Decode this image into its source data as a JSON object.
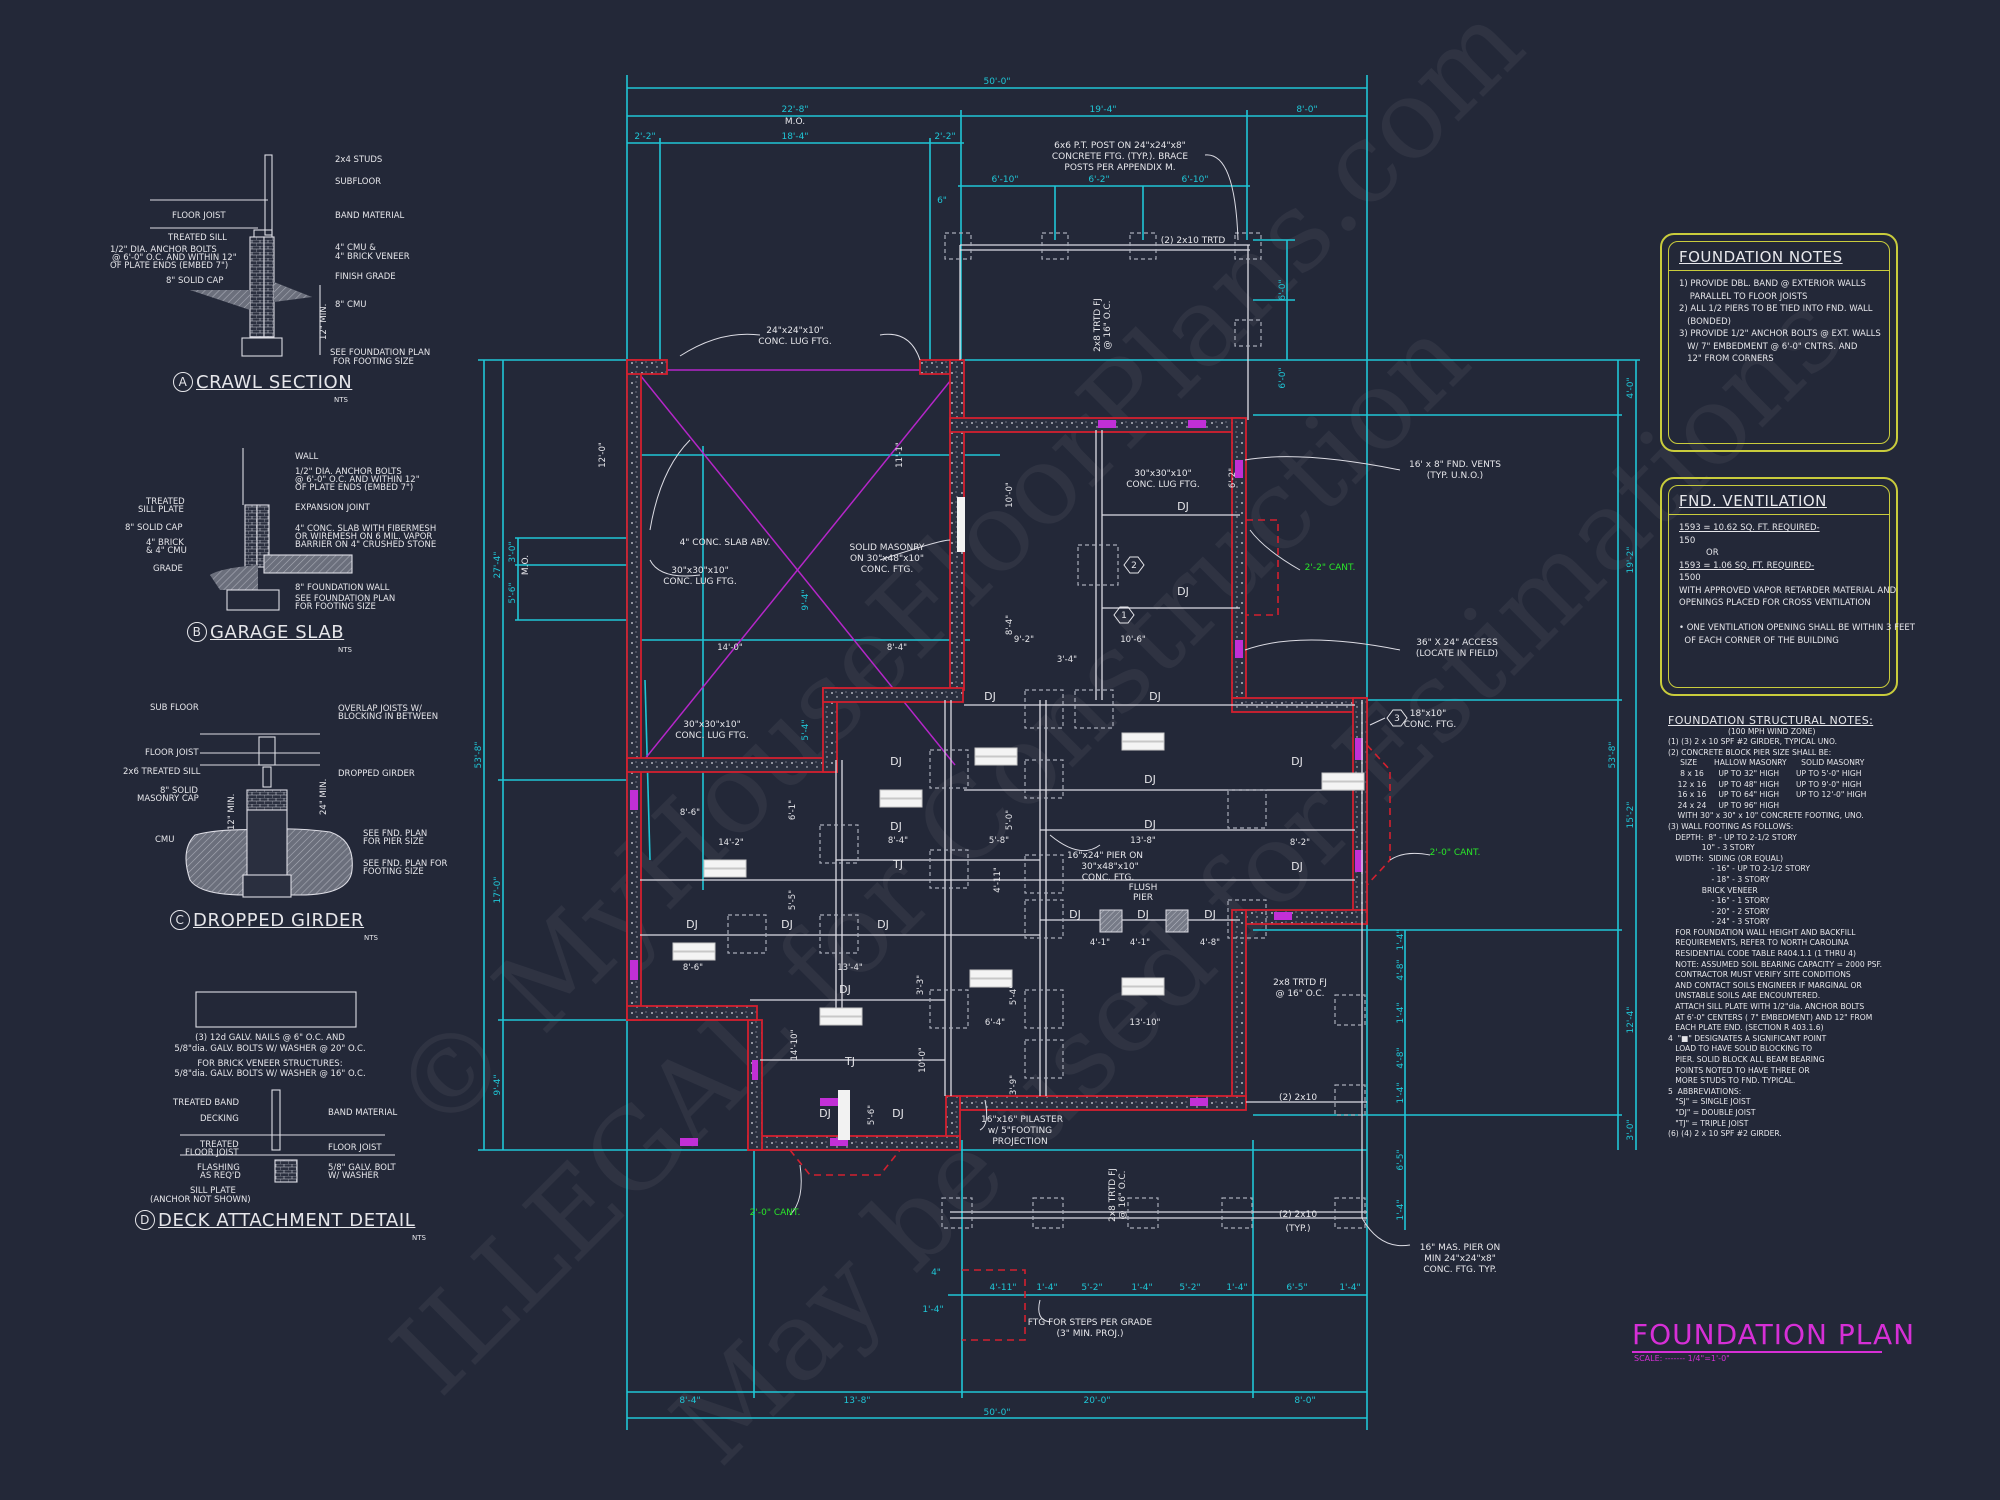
{
  "sheet": {
    "title": "FOUNDATION PLAN",
    "scale_label": "SCALE: ------- 1/4\"=1'-0\"",
    "colors": {
      "background": "#232838",
      "dimension": "#1fc6d6",
      "wall_outline": "#d3202f",
      "vent": "#c22fd6",
      "slab_x": "#b526c9",
      "cantilever_note": "#29e629",
      "notes_border": "#c9cc3c",
      "title": "#d62fd6",
      "linework": "#e6e6ea"
    },
    "watermark": [
      "© MyHouseFloorPlans.com",
      "ILLEGAL for Construction",
      "May be used for Estimations"
    ]
  },
  "details": [
    {
      "id": "A",
      "title": "CRAWL SECTION",
      "nts": "NTS",
      "labels_right": [
        "2x4 STUDS",
        "SUBFLOOR",
        "BAND MATERIAL",
        "4\" CMU &",
        "4\" BRICK VENEER",
        "FINISH GRADE",
        "8\" CMU",
        "SEE FOUNDATION PLAN",
        "FOR FOOTING SIZE"
      ],
      "labels_left": [
        "FLOOR JOIST",
        "TREATED SILL",
        "1/2\" DIA. ANCHOR BOLTS",
        "@ 6'-0\" O.C. AND WITHIN 12\"",
        "OF PLATE ENDS (EMBED 7\")",
        "8\" SOLID CAP"
      ],
      "dim": "12\" MIN."
    },
    {
      "id": "B",
      "title": "GARAGE SLAB",
      "nts": "NTS",
      "labels_right": [
        "WALL",
        "1/2\" DIA. ANCHOR BOLTS",
        "@ 6'-0\" O.C. AND WITHIN 12\"",
        "OF PLATE ENDS (EMBED 7\")",
        "EXPANSION JOINT",
        "4\" CONC. SLAB WITH FIBERMESH",
        "OR WIREMESH ON 6 MIL. VAPOR",
        "BARRIER ON 4\" CRUSHED STONE",
        "8\" FOUNDATION WALL",
        "SEE FOUNDATION PLAN",
        "FOR FOOTING SIZE"
      ],
      "labels_left": [
        "TREATED",
        "SILL PLATE",
        "8\" SOLID CAP",
        "4\" BRICK",
        "& 4\" CMU",
        "GRADE"
      ]
    },
    {
      "id": "C",
      "title": "DROPPED GIRDER",
      "nts": "NTS",
      "labels_right": [
        "OVERLAP JOISTS W/",
        "BLOCKING IN BETWEEN",
        "DROPPED GIRDER",
        "SEE FND. PLAN",
        "FOR PIER SIZE",
        "SEE FND. PLAN FOR",
        "FOOTING SIZE"
      ],
      "labels_left": [
        "SUB FLOOR",
        "FLOOR JOIST",
        "2x6 TREATED SILL",
        "8\" SOLID",
        "MASONRY CAP",
        "CMU"
      ],
      "dims": [
        "12\" MIN.",
        "24\" MIN."
      ]
    },
    {
      "id": "D",
      "title": "DECK ATTACHMENT DETAIL",
      "nts": "NTS",
      "notes": [
        "(3) 12d GALV. NAILS @ 6\" O.C. AND",
        "5/8\"dia. GALV. BOLTS W/ WASHER @ 20\" O.C.",
        "FOR BRICK VENEER STRUCTURES:",
        "5/8\"dia. GALV. BOLTS W/ WASHER @ 16\" O.C."
      ],
      "labels_right": [
        "BAND MATERIAL",
        "FLOOR JOIST",
        "5/8\" GALV. BOLT",
        "W/ WASHER"
      ],
      "labels_left": [
        "TREATED BAND",
        "DECKING",
        "TREATED",
        "FLOOR JOIST",
        "FLASHING",
        "AS REQ'D",
        "SILL PLATE",
        "(ANCHOR NOT SHOWN)"
      ]
    }
  ],
  "foundation_notes": {
    "title": "FOUNDATION NOTES",
    "items": [
      "1) PROVIDE DBL. BAND @ EXTERIOR WALLS",
      "    PARALLEL TO FLOOR JOISTS",
      "2) ALL 1/2 PIERS TO BE TIED INTO FND. WALL",
      "   (BONDED)",
      "3) PROVIDE 1/2\" ANCHOR BOLTS @ EXT. WALLS",
      "   W/ 7\" EMBEDMENT @ 6'-0\" CNTRS. AND",
      "   12\" FROM CORNERS"
    ]
  },
  "fnd_ventilation": {
    "title": "FND. VENTILATION",
    "items": [
      "1593 = 10.62 SQ. FT. REQUIRED-",
      "150",
      "          OR",
      "1593 = 1.06 SQ. FT. REQUIRED-",
      "1500",
      "WITH APPROVED VAPOR RETARDER MATERIAL AND",
      "OPENINGS PLACED FOR CROSS VENTILATION",
      "",
      "• ONE VENTILATION OPENING SHALL BE WITHIN 3 FEET",
      "  OF EACH CORNER OF THE BUILDING"
    ]
  },
  "structural_notes": {
    "title": "FOUNDATION STRUCTURAL NOTES:",
    "subtitle": "(100 MPH WIND ZONE)",
    "lines": [
      "(1) (3) 2 x 10 SPF #2 GIRDER, TYPICAL UNO.",
      "(2) CONCRETE BLOCK PIER SIZE SHALL BE:",
      "     SIZE       HALLOW MASONRY      SOLID MASONRY",
      "     8 x 16      UP TO 32\" HIGH       UP TO 5'-0\" HIGH",
      "    12 x 16     UP TO 48\" HIGH       UP TO 9'-0\" HIGH",
      "    16 x 16     UP TO 64\" HIGH       UP TO 12'-0\" HIGH",
      "    24 x 24     UP TO 96\" HIGH",
      "    WITH 30\" x 30\" x 10\" CONCRETE FOOTING, UNO.",
      "(3) WALL FOOTING AS FOLLOWS:",
      "   DEPTH:  8\" - UP TO 2-1/2 STORY",
      "              10\" - 3 STORY",
      "   WIDTH:  SIDING (OR EQUAL)",
      "                  - 16\" - UP TO 2-1/2 STORY",
      "                  - 18\" - 3 STORY",
      "              BRICK VENEER",
      "                  - 16\" - 1 STORY",
      "                  - 20\" - 2 STORY",
      "                  - 24\" - 3 STORY",
      "   FOR FOUNDATION WALL HEIGHT AND BACKFILL",
      "   REQUIREMENTS, REFER TO NORTH CAROLINA",
      "   RESIDENTIAL CODE TABLE R404.1.1 (1 THRU 4)",
      "   NOTE: ASSUMED SOIL BEARING CAPACITY = 2000 PSF.",
      "   CONTRACTOR MUST VERIFY SITE CONDITIONS",
      "   AND CONTACT SOILS ENGINEER IF MARGINAL OR",
      "   UNSTABLE SOILS ARE ENCOUNTERED.",
      "   ATTACH SILL PLATE WITH 1/2\"dia. ANCHOR BOLTS",
      "   AT 6'-0\" CENTERS ( 7\" EMBEDMENT) AND 12\" FROM",
      "   EACH PLATE END. (SECTION R 403.1.6)",
      "4  \"■\" DESIGNATES A SIGNIFICANT POINT",
      "   LOAD TO HAVE SOLID BLOCKING TO",
      "   PIER. SOLID BLOCK ALL BEAM BEARING",
      "   POINTS NOTED TO HAVE THREE OR",
      "   MORE STUDS TO FND. TYPICAL.",
      "5  ABBREVIATIONS:",
      "   \"SJ\" = SINGLE JOIST",
      "   \"DJ\" = DOUBLE JOIST",
      "   \"TJ\" = TRIPLE JOIST",
      "(6) (4) 2 x 10 SPF #2 GIRDER."
    ]
  },
  "plan": {
    "top_dims": {
      "overall": "50'-0\"",
      "row2": [
        "22'-8\"",
        "19'-4\"",
        "8'-0\""
      ],
      "row3": [
        "2'-2\"",
        "18'-4\"",
        "2'-2\""
      ],
      "mo": "M.O.",
      "porch": [
        "6'-10\"",
        "6'-2\"",
        "6'-10\""
      ],
      "six": "6\""
    },
    "bottom_dims": {
      "overall": "50'-0\"",
      "row": [
        "8'-4\"",
        "13'-8\"",
        "20'-0\"",
        "8'-0\""
      ],
      "steps": [
        "4'-11\"",
        "1'-4\"",
        "5'-2\"",
        "1'-4\"",
        "5'-2\"",
        "1'-4\"",
        "6'-5\"",
        "1'-4\""
      ],
      "four": "4\"",
      "onefour": "1'-4\""
    },
    "left_dims": {
      "overall": "53'-8\"",
      "parts": [
        "27'-4\"",
        "17'-0\"",
        "9'-4\""
      ],
      "inner": [
        "3'-0\"",
        "5'-6\""
      ],
      "mo": "M.O.",
      "twelve": "12'-0\""
    },
    "right_dims": {
      "overall": "53'-8\"",
      "parts": [
        "4'-0\"",
        "19'-2\"",
        "15'-2\"",
        "12'-4\"",
        "3'-0\""
      ],
      "upper": [
        "6'-0\"",
        "6'-0\""
      ],
      "lower": [
        "1'-4\"",
        "4'-8\"",
        "1'-4\"",
        "4'-8\"",
        "1'-4\"",
        "6'-5\"",
        "1'-4\""
      ]
    },
    "callouts": [
      {
        "text": [
          "6x6 P.T. POST ON 24\"x24\"x8\"",
          "CONCRETE FTG. (TYP.). BRACE",
          "POSTS PER APPENDIX M."
        ]
      },
      {
        "text": [
          "(2) 2x10 TRTD"
        ]
      },
      {
        "text": [
          "2x8 TRTD FJ",
          "@ 16\" O.C."
        ]
      },
      {
        "text": [
          "24\"x24\"x10\"",
          "CONC. LUG FTG."
        ]
      },
      {
        "text": [
          "4\" CONC. SLAB ABV."
        ]
      },
      {
        "text": [
          "30\"x30\"x10\"",
          "CONC. LUG FTG."
        ]
      },
      {
        "text": [
          "SOLID MASONRY",
          "ON 30\"x48\"x10\"",
          "CONC. FTG."
        ]
      },
      {
        "text": [
          "30\"x30\"x10\"",
          "CONC. LUG FTG."
        ]
      },
      {
        "text": [
          "16' x 8\" FND. VENTS",
          "(TYP. U.N.O.)"
        ]
      },
      {
        "text": [
          "36\" X 24\" ACCESS",
          "(LOCATE IN FIELD)"
        ]
      },
      {
        "text": [
          "18\"x10\"",
          "CONC. FTG."
        ]
      },
      {
        "text": [
          "30\"x30\"x10\"",
          "CONC. LUG FTG."
        ]
      },
      {
        "text": [
          "16\"x24\" PIER ON",
          "30\"x48\"x10\"",
          "CONC. FTG."
        ]
      },
      {
        "text": [
          "FLUSH",
          "PIER"
        ]
      },
      {
        "text": [
          "2x8 TRTD FJ",
          "@ 16\" O.C."
        ]
      },
      {
        "text": [
          "(2) 2x10"
        ]
      },
      {
        "text": [
          "16\"x16\" PILASTER",
          "w/ 5\"FOOTING",
          "PROJECTION"
        ]
      },
      {
        "text": [
          "2x8 TRTD FJ",
          "@ 16\" O.C."
        ]
      },
      {
        "text": [
          "(2) 2x10",
          "(TYP.)"
        ]
      },
      {
        "text": [
          "16\" MAS. PIER ON",
          "MIN 24\"x24\"x8\"",
          "CONC. FTG. TYP."
        ]
      },
      {
        "text": [
          "FTG FOR STEPS PER GRADE",
          "(3\" MIN. PROJ.)"
        ]
      }
    ],
    "cant_notes": [
      "2'-2\" CANT.",
      "2'-0\" CANT.",
      "2'-0\" CANT."
    ],
    "tags": [
      "1",
      "2",
      "3"
    ],
    "joist_labels": [
      "DJ",
      "DJ",
      "DJ",
      "DJ",
      "DJ",
      "DJ",
      "DJ",
      "DJ",
      "DJ",
      "DJ",
      "DJ",
      "DJ",
      "DJ",
      "DJ",
      "DJ",
      "DJ",
      "TJ",
      "TJ"
    ],
    "interior_dims": [
      "11'-1\"",
      "10'-0\"",
      "8'-4\"",
      "9'-4\"",
      "6'-2\"",
      "10'-6\"",
      "14'-0\"",
      "8'-4\"",
      "3'-4\"",
      "9'-2\"",
      "5'-4\"",
      "8'-6\"",
      "14'-2\"",
      "6'-1\"",
      "8'-4\"",
      "5'-8\"",
      "13'-8\"",
      "8'-6\"",
      "13'-4\"",
      "5'-5\"",
      "4'-1\"",
      "4'-1\"",
      "4'-8\"",
      "3'-3\"",
      "6'-4\"",
      "13'-10\"",
      "14'-10\"",
      "10'-0\"",
      "5'-6\"",
      "3'-9\"",
      "5'-4\"",
      "8'-2\"",
      "4'-11\"",
      "5'-0\""
    ]
  }
}
